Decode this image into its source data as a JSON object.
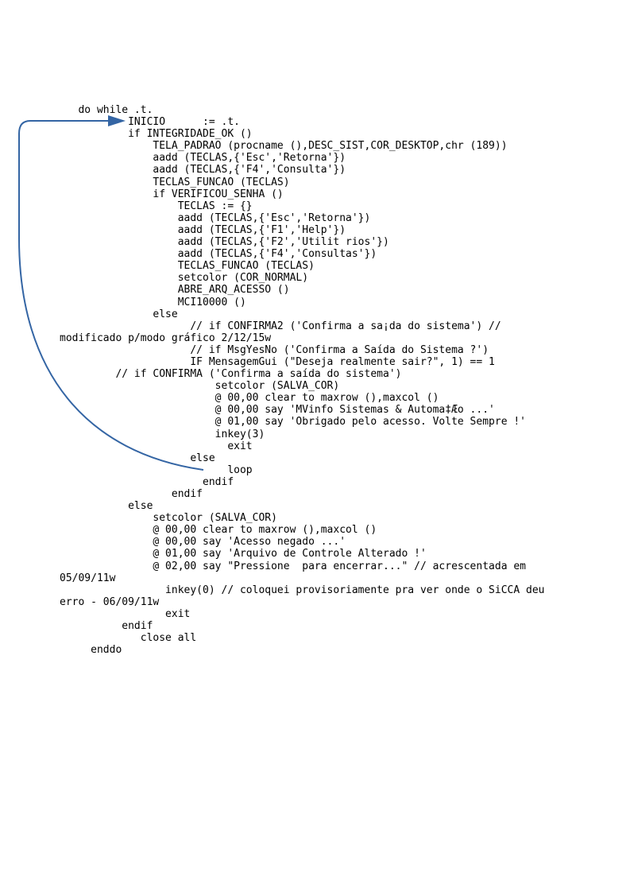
{
  "page": {
    "background_color": "#ffffff",
    "text_color": "#000000"
  },
  "arrow": {
    "color": "#3465a4",
    "from_text": "loop",
    "to_text": "INICIO      := .t."
  },
  "code": {
    "lines": [
      "   do while .t.",
      "           INICIO      := .t.",
      "           if INTEGRIDADE_OK ()",
      "               TELA_PADRAO (procname (),DESC_SIST,COR_DESKTOP,chr (189))",
      "               aadd (TECLAS,{'Esc','Retorna'})",
      "               aadd (TECLAS,{'F4','Consulta'})",
      "               TECLAS_FUNCAO (TECLAS)",
      "               if VERIFICOU_SENHA ()",
      "                   TECLAS := {}",
      "                   aadd (TECLAS,{'Esc','Retorna'})",
      "                   aadd (TECLAS,{'F1','Help'})",
      "                   aadd (TECLAS,{'F2','Utilit rios'})",
      "                   aadd (TECLAS,{'F4','Consultas'})",
      "                   TECLAS_FUNCAO (TECLAS)",
      "                   setcolor (COR_NORMAL)",
      "                   ABRE_ARQ_ACESSO ()",
      "                   MCI10000 ()",
      "               else",
      "                     // if CONFIRMA2 ('Confirma a sa¡da do sistema') //",
      "modificado p/modo gráfico 2/12/15w",
      "                     // if MsgYesNo ('Confirma a Saída do Sistema ?')",
      "                     IF MensagemGui (\"Deseja realmente sair?\", 1) == 1",
      "         // if CONFIRMA ('Confirma a saída do sistema')",
      "                         setcolor (SALVA_COR)",
      "                         @ 00,00 clear to maxrow (),maxcol ()",
      "                         @ 00,00 say 'MVinfo Sistemas & Automa‡Æo ...'",
      "                         @ 01,00 say 'Obrigado pelo acesso. Volte Sempre !'",
      "                         inkey(3)",
      "                           exit",
      "                     else",
      "                           loop",
      "                       endif",
      "                  endif",
      "           else",
      "               setcolor (SALVA_COR)",
      "               @ 00,00 clear to maxrow (),maxcol ()",
      "               @ 00,00 say 'Acesso negado ...'",
      "               @ 01,00 say 'Arquivo de Controle Alterado !'",
      "               @ 02,00 say \"Pressione  para encerrar...\" // acrescentada em",
      "05/09/11w",
      "                 inkey(0) // coloquei provisoriamente pra ver onde o SiCCA deu",
      "erro - 06/09/11w",
      "                 exit",
      "          endif",
      "             close all",
      "     enddo"
    ]
  }
}
